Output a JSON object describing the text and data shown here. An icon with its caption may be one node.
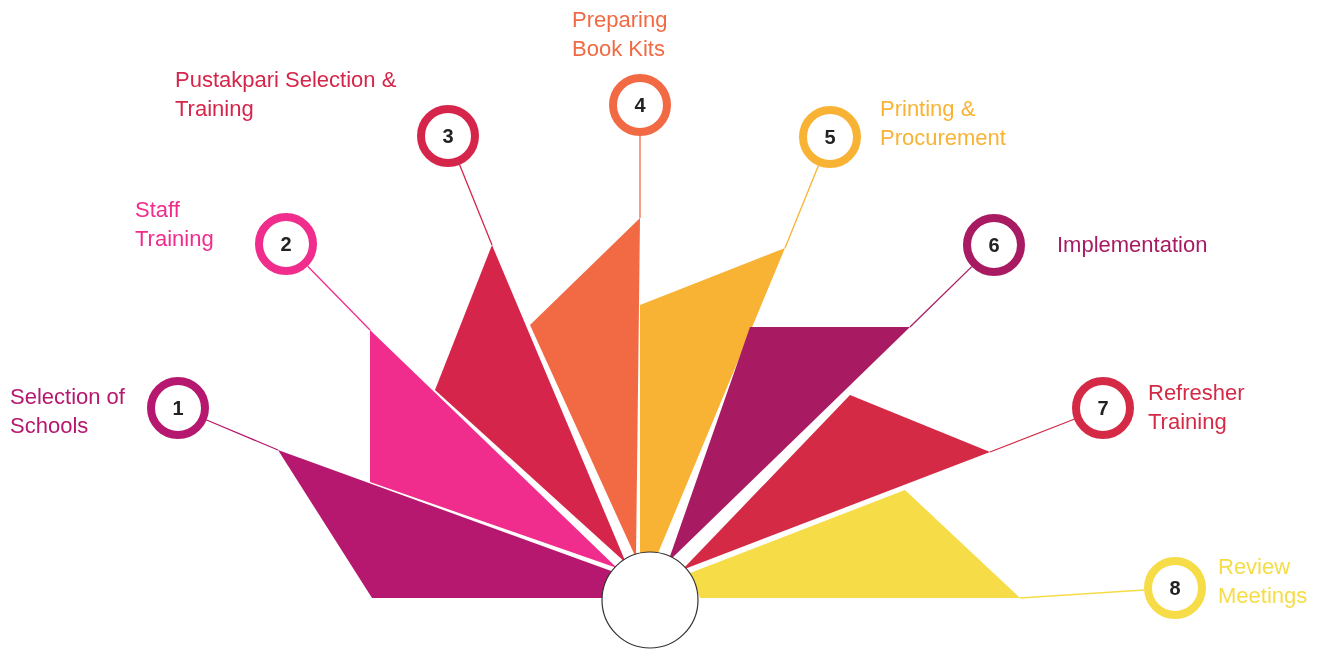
{
  "diagram": {
    "nodes": [
      {
        "text": [
          "1"
        ],
        "beside": [
          "Selection of Schools"
        ]
      },
      {
        "text": [
          "2"
        ],
        "beside": [
          "Staff Training"
        ]
      },
      {
        "text": [
          "3"
        ],
        "beside": [
          "Pustakpari Selection & Training"
        ]
      },
      {
        "text": [
          "4"
        ],
        "beside": [
          "Preparing Book Kits"
        ]
      },
      {
        "text": [
          "5"
        ],
        "beside": [
          "Printing & Procurement"
        ]
      },
      {
        "text": [
          "6"
        ],
        "beside": [
          "Implementation"
        ]
      },
      {
        "text": [
          "7"
        ],
        "beside": [
          "Refresher Training"
        ]
      },
      {
        "text": [
          "8"
        ],
        "beside": [
          "Review Meetings"
        ]
      },
      {
        "text": [],
        "shape": "triangle"
      },
      {
        "text": [],
        "shape": "triangle"
      },
      {
        "text": [],
        "shape": "triangle"
      },
      {
        "text": [],
        "shape": "triangle"
      },
      {
        "text": [],
        "shape": "triangle"
      },
      {
        "text": [],
        "shape": "triangle"
      },
      {
        "text": [],
        "shape": "triangle"
      },
      {
        "text": [],
        "shape": "triangle"
      },
      {
        "text": [],
        "shape": "circle"
      }
    ],
    "edges": [
      {
        "from": 0,
        "to": 8,
        "arrow": "none",
        "color": "#b5186e"
      },
      {
        "from": 1,
        "to": 9,
        "arrow": "none",
        "color": "#f02c8c"
      },
      {
        "from": 2,
        "to": 10,
        "arrow": "none",
        "color": "#d6254a"
      },
      {
        "from": 3,
        "to": 11,
        "arrow": "none",
        "color": "#f26a44"
      },
      {
        "from": 4,
        "to": 12,
        "arrow": "none",
        "color": "#f8b334"
      },
      {
        "from": 5,
        "to": 13,
        "arrow": "none",
        "color": "#a81a62"
      },
      {
        "from": 6,
        "to": 14,
        "arrow": "none",
        "color": "#d42a46"
      },
      {
        "from": 7,
        "to": 15,
        "arrow": "none",
        "color": "#f6dc46"
      }
    ]
  }
}
